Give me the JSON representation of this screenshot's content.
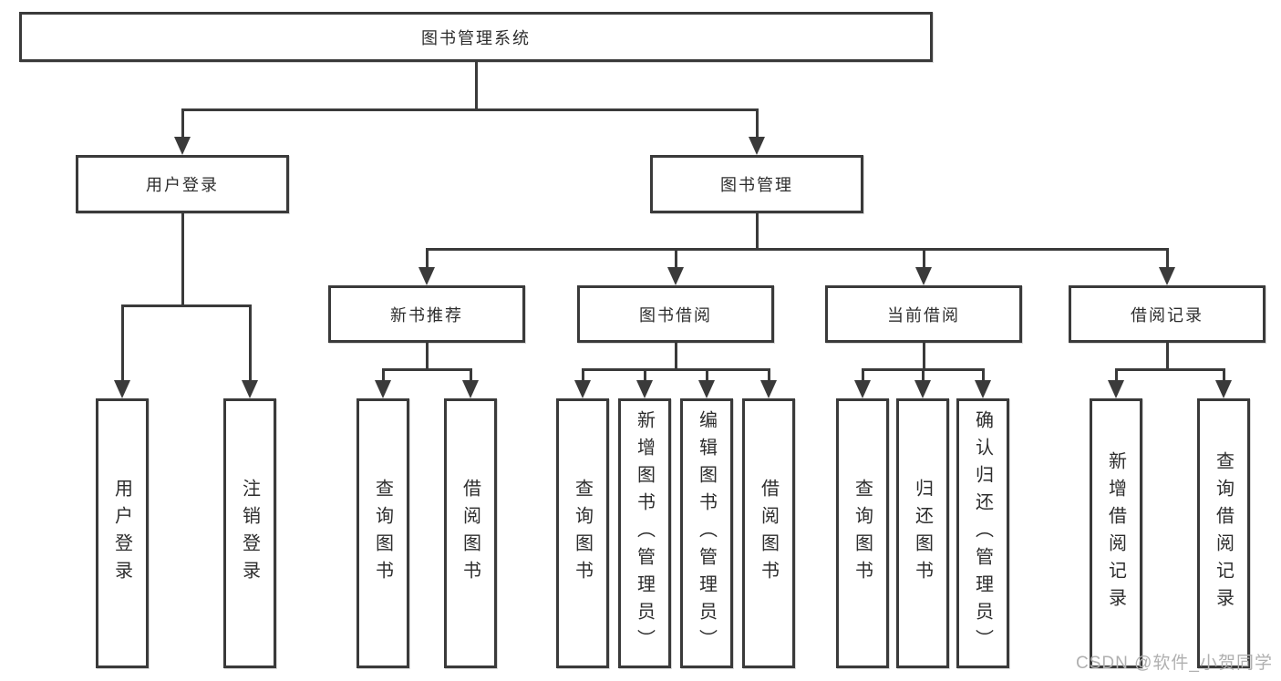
{
  "diagram": {
    "root": "图书管理系统",
    "branches": [
      {
        "label": "用户登录",
        "children": [
          "用户登录",
          "注销登录"
        ]
      },
      {
        "label": "图书管理",
        "sections": [
          {
            "label": "新书推荐",
            "children": [
              "查询图书",
              "借阅图书"
            ]
          },
          {
            "label": "图书借阅",
            "children": [
              "查询图书",
              "新增图书（管理员）",
              "编辑图书（管理员）",
              "借阅图书"
            ]
          },
          {
            "label": "当前借阅",
            "children": [
              "查询图书",
              "归还图书",
              "确认归还（管理员）"
            ]
          },
          {
            "label": "借阅记录",
            "children": [
              "新增借阅记录",
              "查询借阅记录"
            ]
          }
        ]
      }
    ]
  },
  "watermark": {
    "text": "CSDN @软件_小贺同学"
  },
  "colors": {
    "line": "#3a3a3a",
    "text": "#2d2d2d",
    "box_background": "#ffffff",
    "watermark": "#b0b0b0"
  }
}
